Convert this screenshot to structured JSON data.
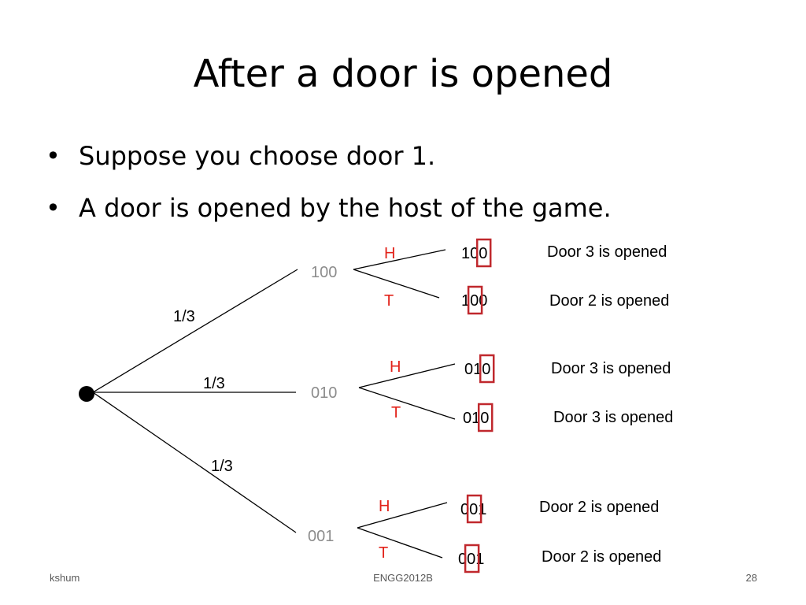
{
  "slide": {
    "title": "After a door is opened",
    "bullets": [
      "Suppose you choose door 1.",
      "A door is opened by the host of the game."
    ]
  },
  "tree": {
    "branch_probability": "1/3",
    "nodes": [
      "100",
      "010",
      "001"
    ],
    "coin": {
      "heads": "H",
      "tails": "T"
    },
    "outcomes": [
      {
        "node": "100",
        "coin": "H",
        "label": "100",
        "boxed_digit_index": 2,
        "result": "Door 3 is opened"
      },
      {
        "node": "100",
        "coin": "T",
        "label": "100",
        "boxed_digit_index": 1,
        "result": "Door 2 is opened"
      },
      {
        "node": "010",
        "coin": "H",
        "label": "010",
        "boxed_digit_index": 2,
        "result": "Door 3 is opened"
      },
      {
        "node": "010",
        "coin": "T",
        "label": "010",
        "boxed_digit_index": 2,
        "result": "Door 3 is opened"
      },
      {
        "node": "001",
        "coin": "H",
        "label": "001",
        "boxed_digit_index": 1,
        "result": "Door 2 is opened"
      },
      {
        "node": "001",
        "coin": "T",
        "label": "001",
        "boxed_digit_index": 1,
        "result": "Door 2 is opened"
      }
    ],
    "colors": {
      "node": "#8c8c8c",
      "coin": "#e2231a",
      "box": "#c0282d",
      "line": "#000000"
    }
  },
  "footer": {
    "author": "kshum",
    "course": "ENGG2012B",
    "page": "28"
  }
}
